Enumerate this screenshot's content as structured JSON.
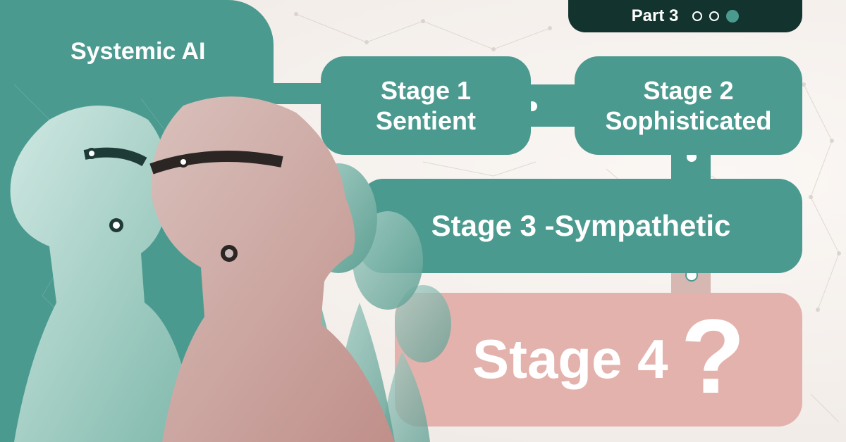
{
  "header": {
    "part_label": "Part 3",
    "page_count": 3,
    "active_page": 3
  },
  "sidebar": {
    "title": "Systemic AI"
  },
  "stages": {
    "stage1": {
      "line1": "Stage 1",
      "line2": "Sentient"
    },
    "stage2": {
      "line1": "Stage 2",
      "line2": "Sophisticated"
    },
    "stage3": {
      "label": "Stage 3 -Sympathetic"
    },
    "stage4": {
      "label": "Stage 4",
      "mark": "?"
    }
  },
  "colors": {
    "teal": "#4b9a8f",
    "dark": "#13332f",
    "pink": "#e4b2ad",
    "background": "#f4f0ec"
  }
}
